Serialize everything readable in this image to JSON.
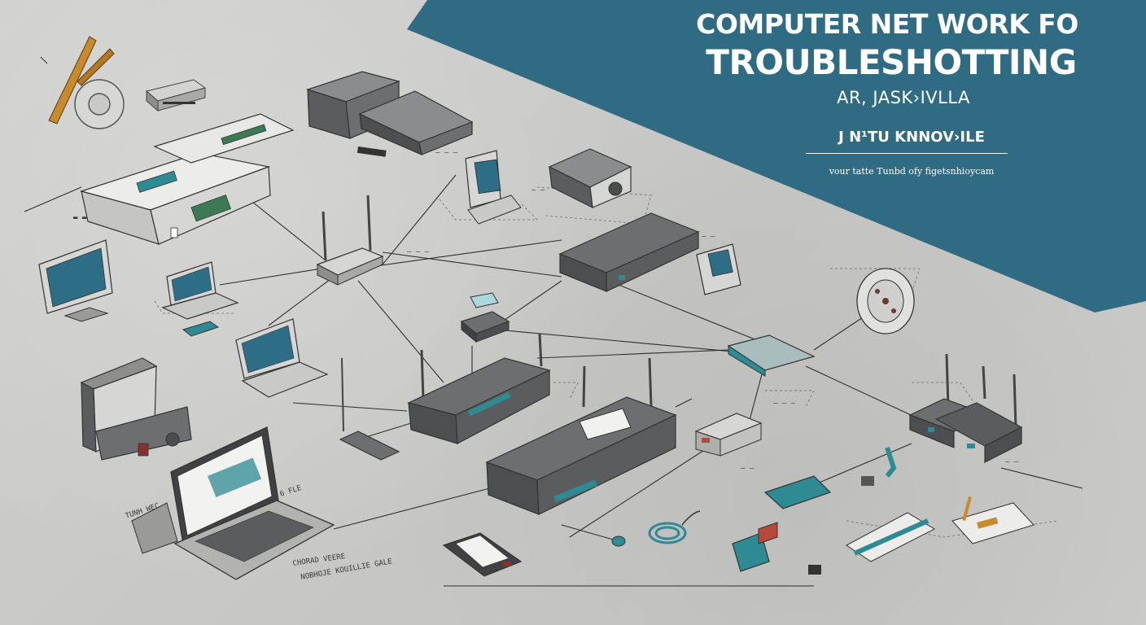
{
  "banner": {
    "title_line1": "COMPUTER NET WORK FO",
    "title_line2": "TROUBLESHOTTING",
    "author": "AR, JASK›IVLLA",
    "subtitle": "J  N¹TU KNNOV›ILE",
    "tagline": "vour tatte Tunbd ofy figetsnhioycam"
  },
  "labels": {
    "laptop_caption_1": "TUNH WEC",
    "laptop_caption_2": "6 FLE",
    "bottom_caption_1": "CHORAD VEERE",
    "bottom_caption_2": "NOBHOJE KOUILLIE GALE"
  },
  "colors": {
    "banner": "#2f6b82",
    "teal_accent": "#2e8a93",
    "device_dark": "#5a5c5e",
    "device_light": "#e6e6e4",
    "screen": "#2d6d86",
    "line": "#2f2f2f"
  }
}
